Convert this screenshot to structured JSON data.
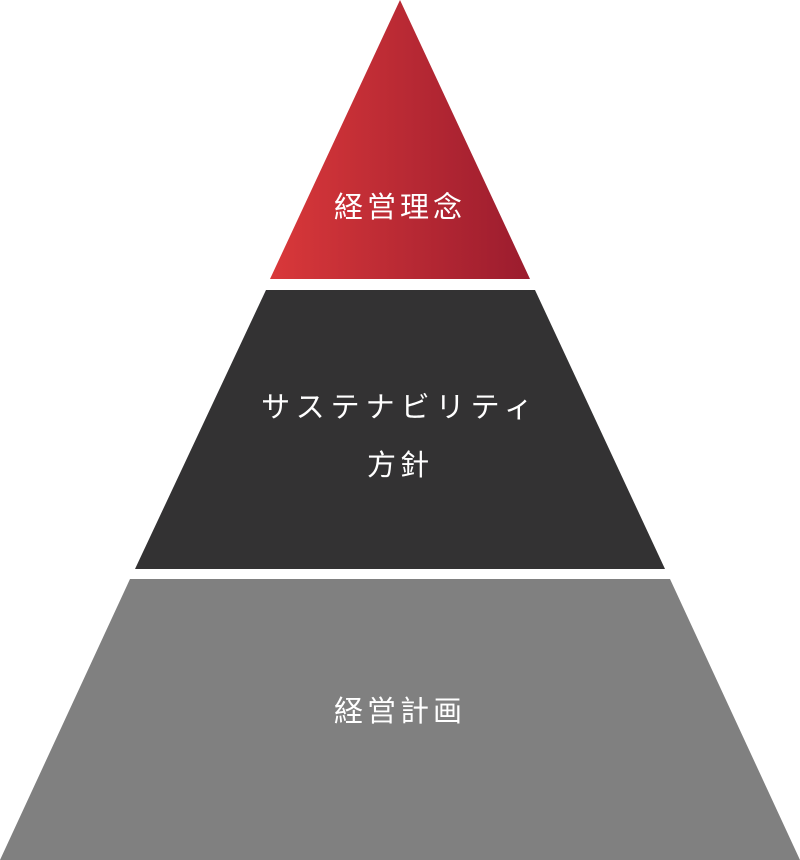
{
  "diagram": {
    "type": "pyramid",
    "tiers": [
      {
        "id": "top",
        "label_lines": [
          "経営理念"
        ],
        "colors": {
          "gradient_start": "#d9383a",
          "gradient_end": "#9b1c2e"
        }
      },
      {
        "id": "middle",
        "label_lines": [
          "サステナビリティ",
          "方針"
        ],
        "colors": {
          "fill": "#333233"
        }
      },
      {
        "id": "bottom",
        "label_lines": [
          "経営計画"
        ],
        "colors": {
          "fill": "#808080"
        }
      }
    ],
    "text_color": "#ffffff",
    "background": "#ffffff"
  }
}
